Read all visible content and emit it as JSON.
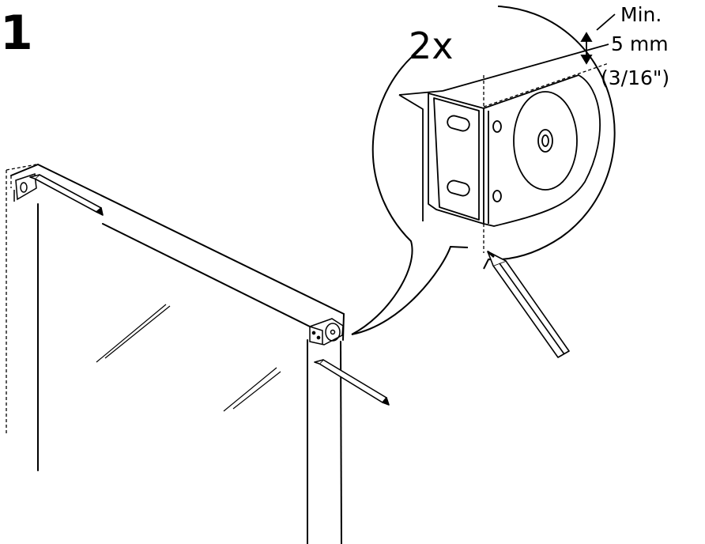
{
  "step_number": "1",
  "quantity": "2x",
  "dimension": {
    "line1": "Min.",
    "line2": "5 mm",
    "line3": "(3/16\")"
  }
}
